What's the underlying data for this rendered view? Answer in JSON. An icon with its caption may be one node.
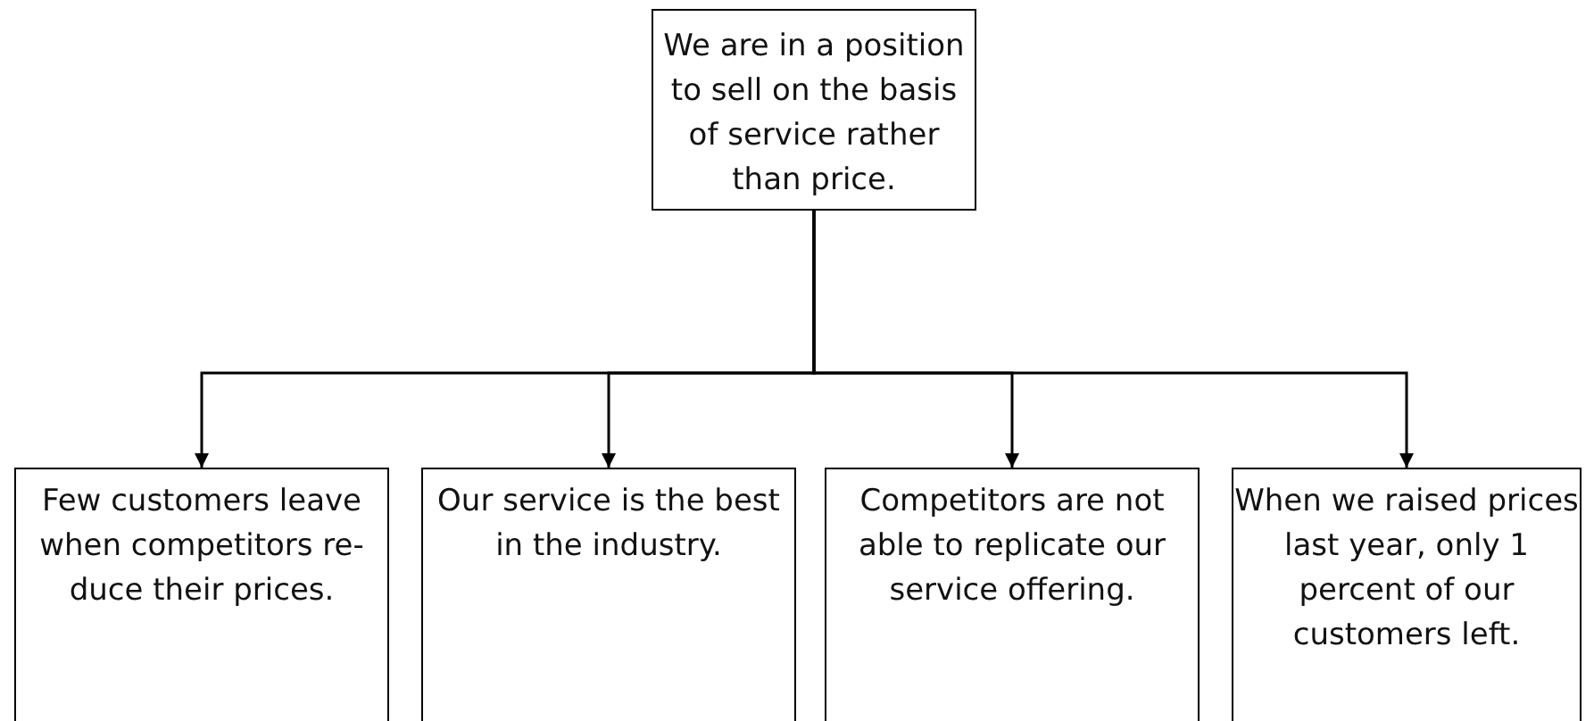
{
  "diagram": {
    "nodes": [
      {
        "text": [
          "We are in a position to sell on the basis of service rather than price."
        ]
      },
      {
        "text": [
          "Few customers leave when competitors re- duce their prices."
        ]
      },
      {
        "text": [
          "Our service is the best in the industry."
        ]
      },
      {
        "text": [
          "Competitors are not able to replicate our service offering."
        ]
      },
      {
        "text": [
          "When we raised prices last year, only 1 percent of our customers left."
        ]
      }
    ],
    "edges": [
      {
        "from": 0,
        "to": 1,
        "arrow": "to"
      },
      {
        "from": 0,
        "to": 2,
        "arrow": "to"
      },
      {
        "from": 0,
        "to": 3,
        "arrow": "to"
      },
      {
        "from": 0,
        "to": 4,
        "arrow": "to"
      }
    ]
  }
}
